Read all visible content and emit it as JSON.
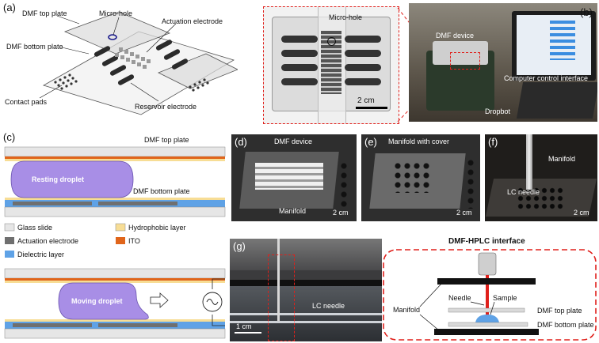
{
  "panels": {
    "a": {
      "label": "(a)",
      "callouts": {
        "top_plate": "DMF top plate",
        "micro_hole": "Micro-hole",
        "actuation": "Actuation electrode",
        "bottom_plate": "DMF bottom plate",
        "contact_pads": "Contact pads",
        "reservoir": "Reservoir electrode"
      }
    },
    "a_photo": {
      "micro_hole": "Micro-hole",
      "scale": "2 cm"
    },
    "b": {
      "label": "(b)",
      "dmf_device": "DMF device",
      "computer": "Computer control interface",
      "dropbot": "Dropbot"
    },
    "c": {
      "label": "(c)",
      "top_plate": "DMF top plate",
      "bottom_plate": "DMF bottom plate",
      "resting": "Resting droplet",
      "moving": "Moving droplet",
      "legend": [
        {
          "name": "Glass slide",
          "color": "#e6e6e6"
        },
        {
          "name": "Hydrophobic layer",
          "color": "#f7dd95"
        },
        {
          "name": "Actuation electrode",
          "color": "#6f6f6f"
        },
        {
          "name": "ITO",
          "color": "#e0651b"
        },
        {
          "name": "Dielectric layer",
          "color": "#5fa2e6"
        }
      ]
    },
    "d": {
      "label": "(d)",
      "device": "DMF device",
      "manifold": "Manifold",
      "scale": "2 cm"
    },
    "e": {
      "label": "(e)",
      "cover": "Manifold with cover",
      "scale": "2 cm"
    },
    "f": {
      "label": "(f)",
      "manifold": "Manifold",
      "needle": "LC needle",
      "scale": "2 cm"
    },
    "g": {
      "label": "(g)",
      "needle": "LC needle",
      "scale": "1 cm",
      "inset_title": "DMF-HPLC interface",
      "inset": {
        "manifold": "Manifold",
        "needle": "Needle",
        "sample": "Sample",
        "top_plate": "DMF top plate",
        "bottom_plate": "DMF bottom plate"
      }
    }
  },
  "colors": {
    "callout_red": "#e0201b",
    "droplet": "#a88ee6",
    "glass": "#e6e6e6",
    "hydrophobic": "#f7dd95",
    "ito": "#e0651b",
    "dielectric": "#5fa2e6",
    "electrode": "#6f6f6f"
  }
}
